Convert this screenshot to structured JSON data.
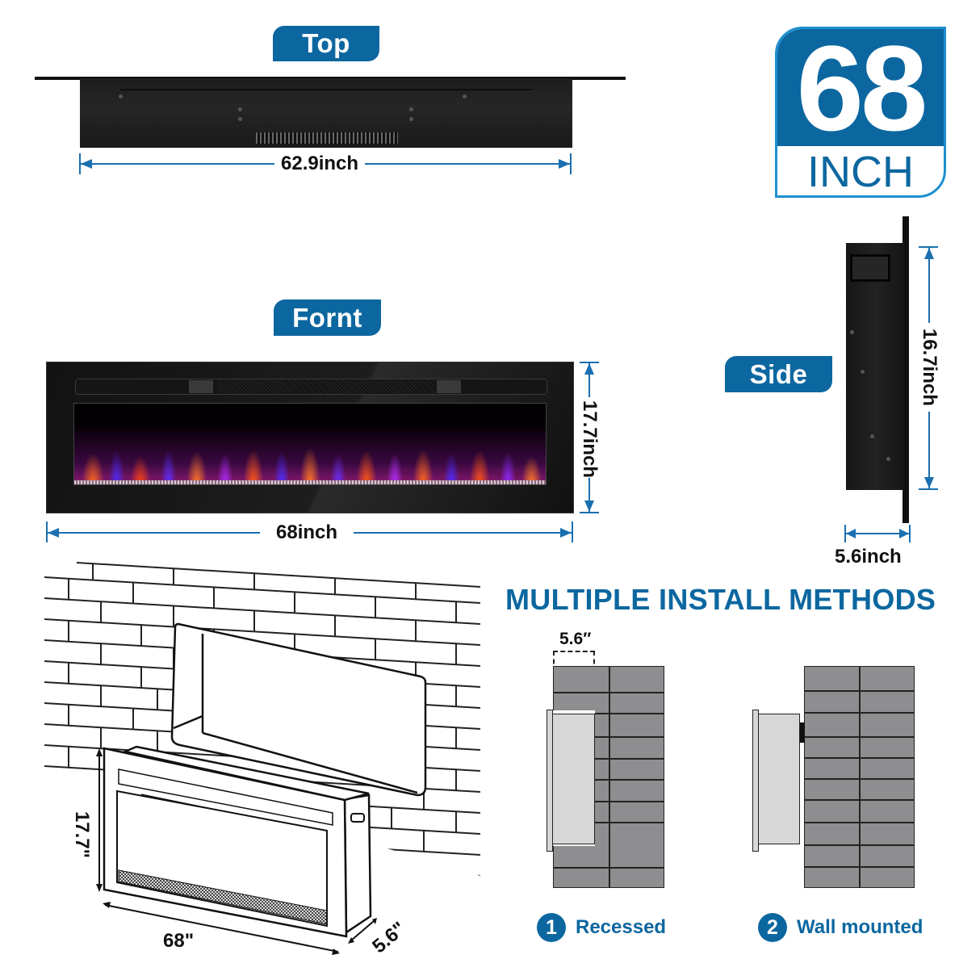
{
  "top_view": {
    "badge_label": "Top",
    "width_label": "62.9inch"
  },
  "size_badge": {
    "number": "68",
    "unit": "INCH"
  },
  "front_view": {
    "badge_label": "Fornt",
    "width_label": "68inch",
    "height_label": "17.7inch"
  },
  "side_view": {
    "badge_label": "Side",
    "height_label": "16.7inch",
    "depth_label": "5.6inch"
  },
  "line_drawing": {
    "height_label": "17.7\"",
    "width_label": "68\"",
    "depth_label": "5.6\""
  },
  "install": {
    "title": "MULTIPLE INSTALL METHODS",
    "methods": [
      {
        "number": "1",
        "label": "Recessed",
        "depth_label": "5.6″"
      },
      {
        "number": "2",
        "label": "Wall mounted"
      }
    ]
  },
  "colors": {
    "brand_blue": "#0c67a0",
    "dimension_line": "#1a6fb0",
    "wall_gray": "#8e8e90",
    "unit_gray": "#d7d7d7"
  }
}
